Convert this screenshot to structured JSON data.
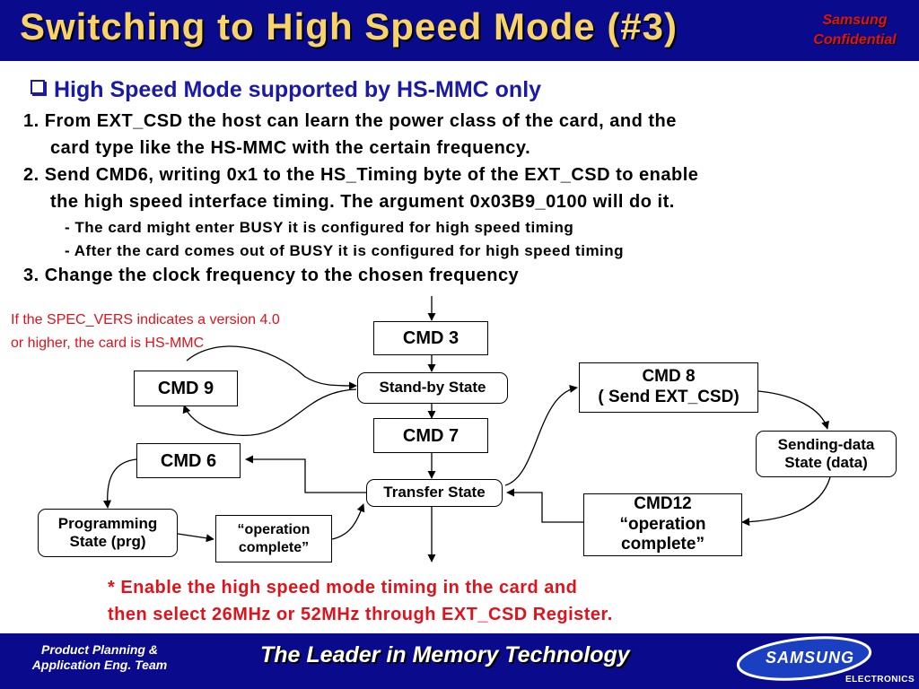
{
  "header": {
    "title": "Switching to High Speed Mode (#3)",
    "confidential_line1": "Samsung",
    "confidential_line2": "Confidential"
  },
  "subtitle": "High Speed Mode supported by HS-MMC only",
  "steps": [
    {
      "line1": "1. From EXT_CSD the host can learn the power class of the card, and the",
      "line2": "card type like the HS-MMC with the certain frequency."
    },
    {
      "line1": "2. Send CMD6, writing 0x1 to the HS_Timing byte of the EXT_CSD to enable",
      "line2": "the high speed interface timing. The argument 0x03B9_0100 will do it."
    },
    {
      "line1": "3. Change the clock frequency to the chosen frequency"
    }
  ],
  "sub_notes": [
    "- The card might enter BUSY it is configured for high speed timing",
    "- After the card comes out of BUSY it is configured for high speed timing"
  ],
  "note": {
    "line1": "If the SPEC_VERS indicates a version 4.0",
    "line2": "or higher, the card is HS-MMC"
  },
  "diagram": {
    "cmd3": "CMD 3",
    "cmd9": "CMD 9",
    "standby": "Stand-by  State",
    "cmd7": "CMD 7",
    "cmd6": "CMD 6",
    "transfer": "Transfer State",
    "programming_line1": "Programming",
    "programming_line2": "State (prg)",
    "op_complete_line1": "“operation",
    "op_complete_line2": "complete”",
    "cmd8_line1": "CMD 8",
    "cmd8_line2": "( Send EXT_CSD)",
    "sending_line1": "Sending-data",
    "sending_line2": "State (data)",
    "cmd12_line1": "CMD12",
    "cmd12_line2": "“operation",
    "cmd12_line3": "complete”"
  },
  "enable_note": {
    "line1": "* Enable the high speed mode timing in the card and",
    "line2": "then select 26MHz or 52MHz through EXT_CSD Register."
  },
  "footer": {
    "team_line1": "Product Planning  &",
    "team_line2": "Application Eng. Team",
    "slogan": "The Leader in Memory Technology",
    "logo_text": "SAMSUNG",
    "logo_sub": "ELECTRONICS"
  },
  "colors": {
    "header_bg": "#0a0a8c",
    "title": "#f7d36a",
    "accent_red": "#e0121b",
    "subtitle_blue": "#1a1aa6"
  }
}
